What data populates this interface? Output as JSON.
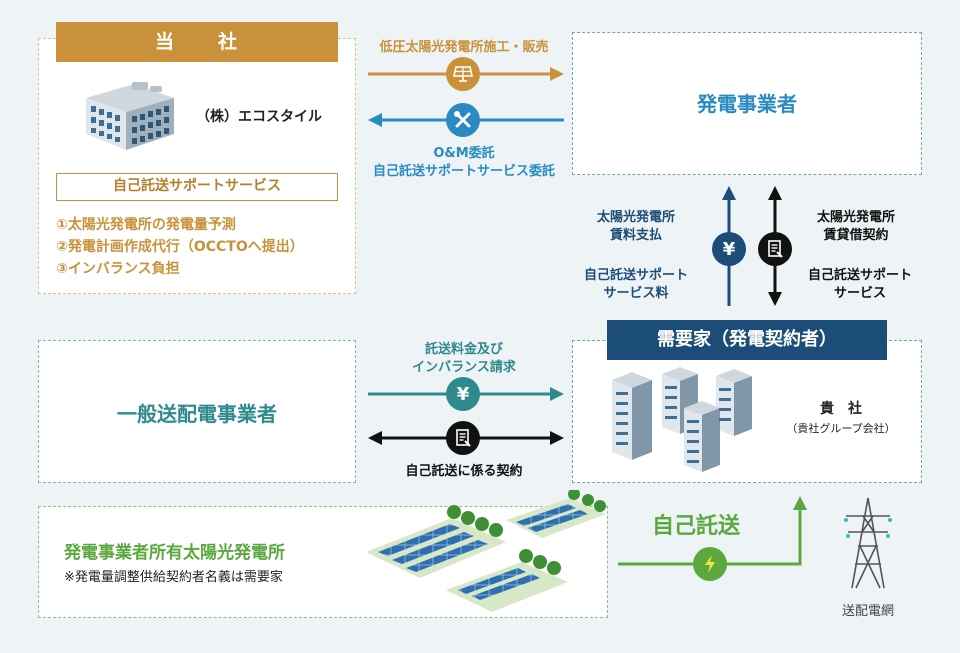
{
  "company": {
    "header": "当　　社",
    "name": "（株）エコスタイル",
    "service_title": "自己託送サポートサービス",
    "services": [
      "①太陽光発電所の発電量予測",
      "②発電計画作成代行（OCCTOへ提出）",
      "③インバランス負担"
    ]
  },
  "generator": {
    "title": "発電事業者"
  },
  "flows_top": {
    "to_generator": "低圧太陽光発電所施工・販売",
    "from_generator_1": "O&M委託",
    "from_generator_2": "自己託送サポートサービス委託"
  },
  "vertical_flows": {
    "left_upper_1": "太陽光発電所",
    "left_upper_2": "賃料支払",
    "left_lower_1": "自己託送サポート",
    "left_lower_2": "サービス料",
    "right_upper_1": "太陽光発電所",
    "right_upper_2": "賃貸借契約",
    "right_lower_1": "自己託送サポート",
    "right_lower_2": "サービス"
  },
  "transmission": {
    "title": "一般送配電事業者"
  },
  "consumer": {
    "header": "需要家（発電契約者）",
    "name": "貴　社",
    "sub": "（貴社グループ会社）"
  },
  "flows_middle": {
    "fee_1": "託送料金及び",
    "fee_2": "インバランス請求",
    "contract": "自己託送に係る契約"
  },
  "plant": {
    "title": "発電事業者所有太陽光発電所",
    "note": "※発電量調整供給契約者名義は需要家"
  },
  "self_wheeling": {
    "label": "自己託送"
  },
  "grid": {
    "label": "送配電網"
  },
  "icons": {
    "yen_symbol": "¥",
    "yen_symbol_2": "¥"
  },
  "colors": {
    "gold": "#c9923a",
    "blue": "#2a8bc2",
    "navy": "#1c4d78",
    "teal": "#2f8a8e",
    "green": "#5aa83e",
    "black": "#111111"
  }
}
